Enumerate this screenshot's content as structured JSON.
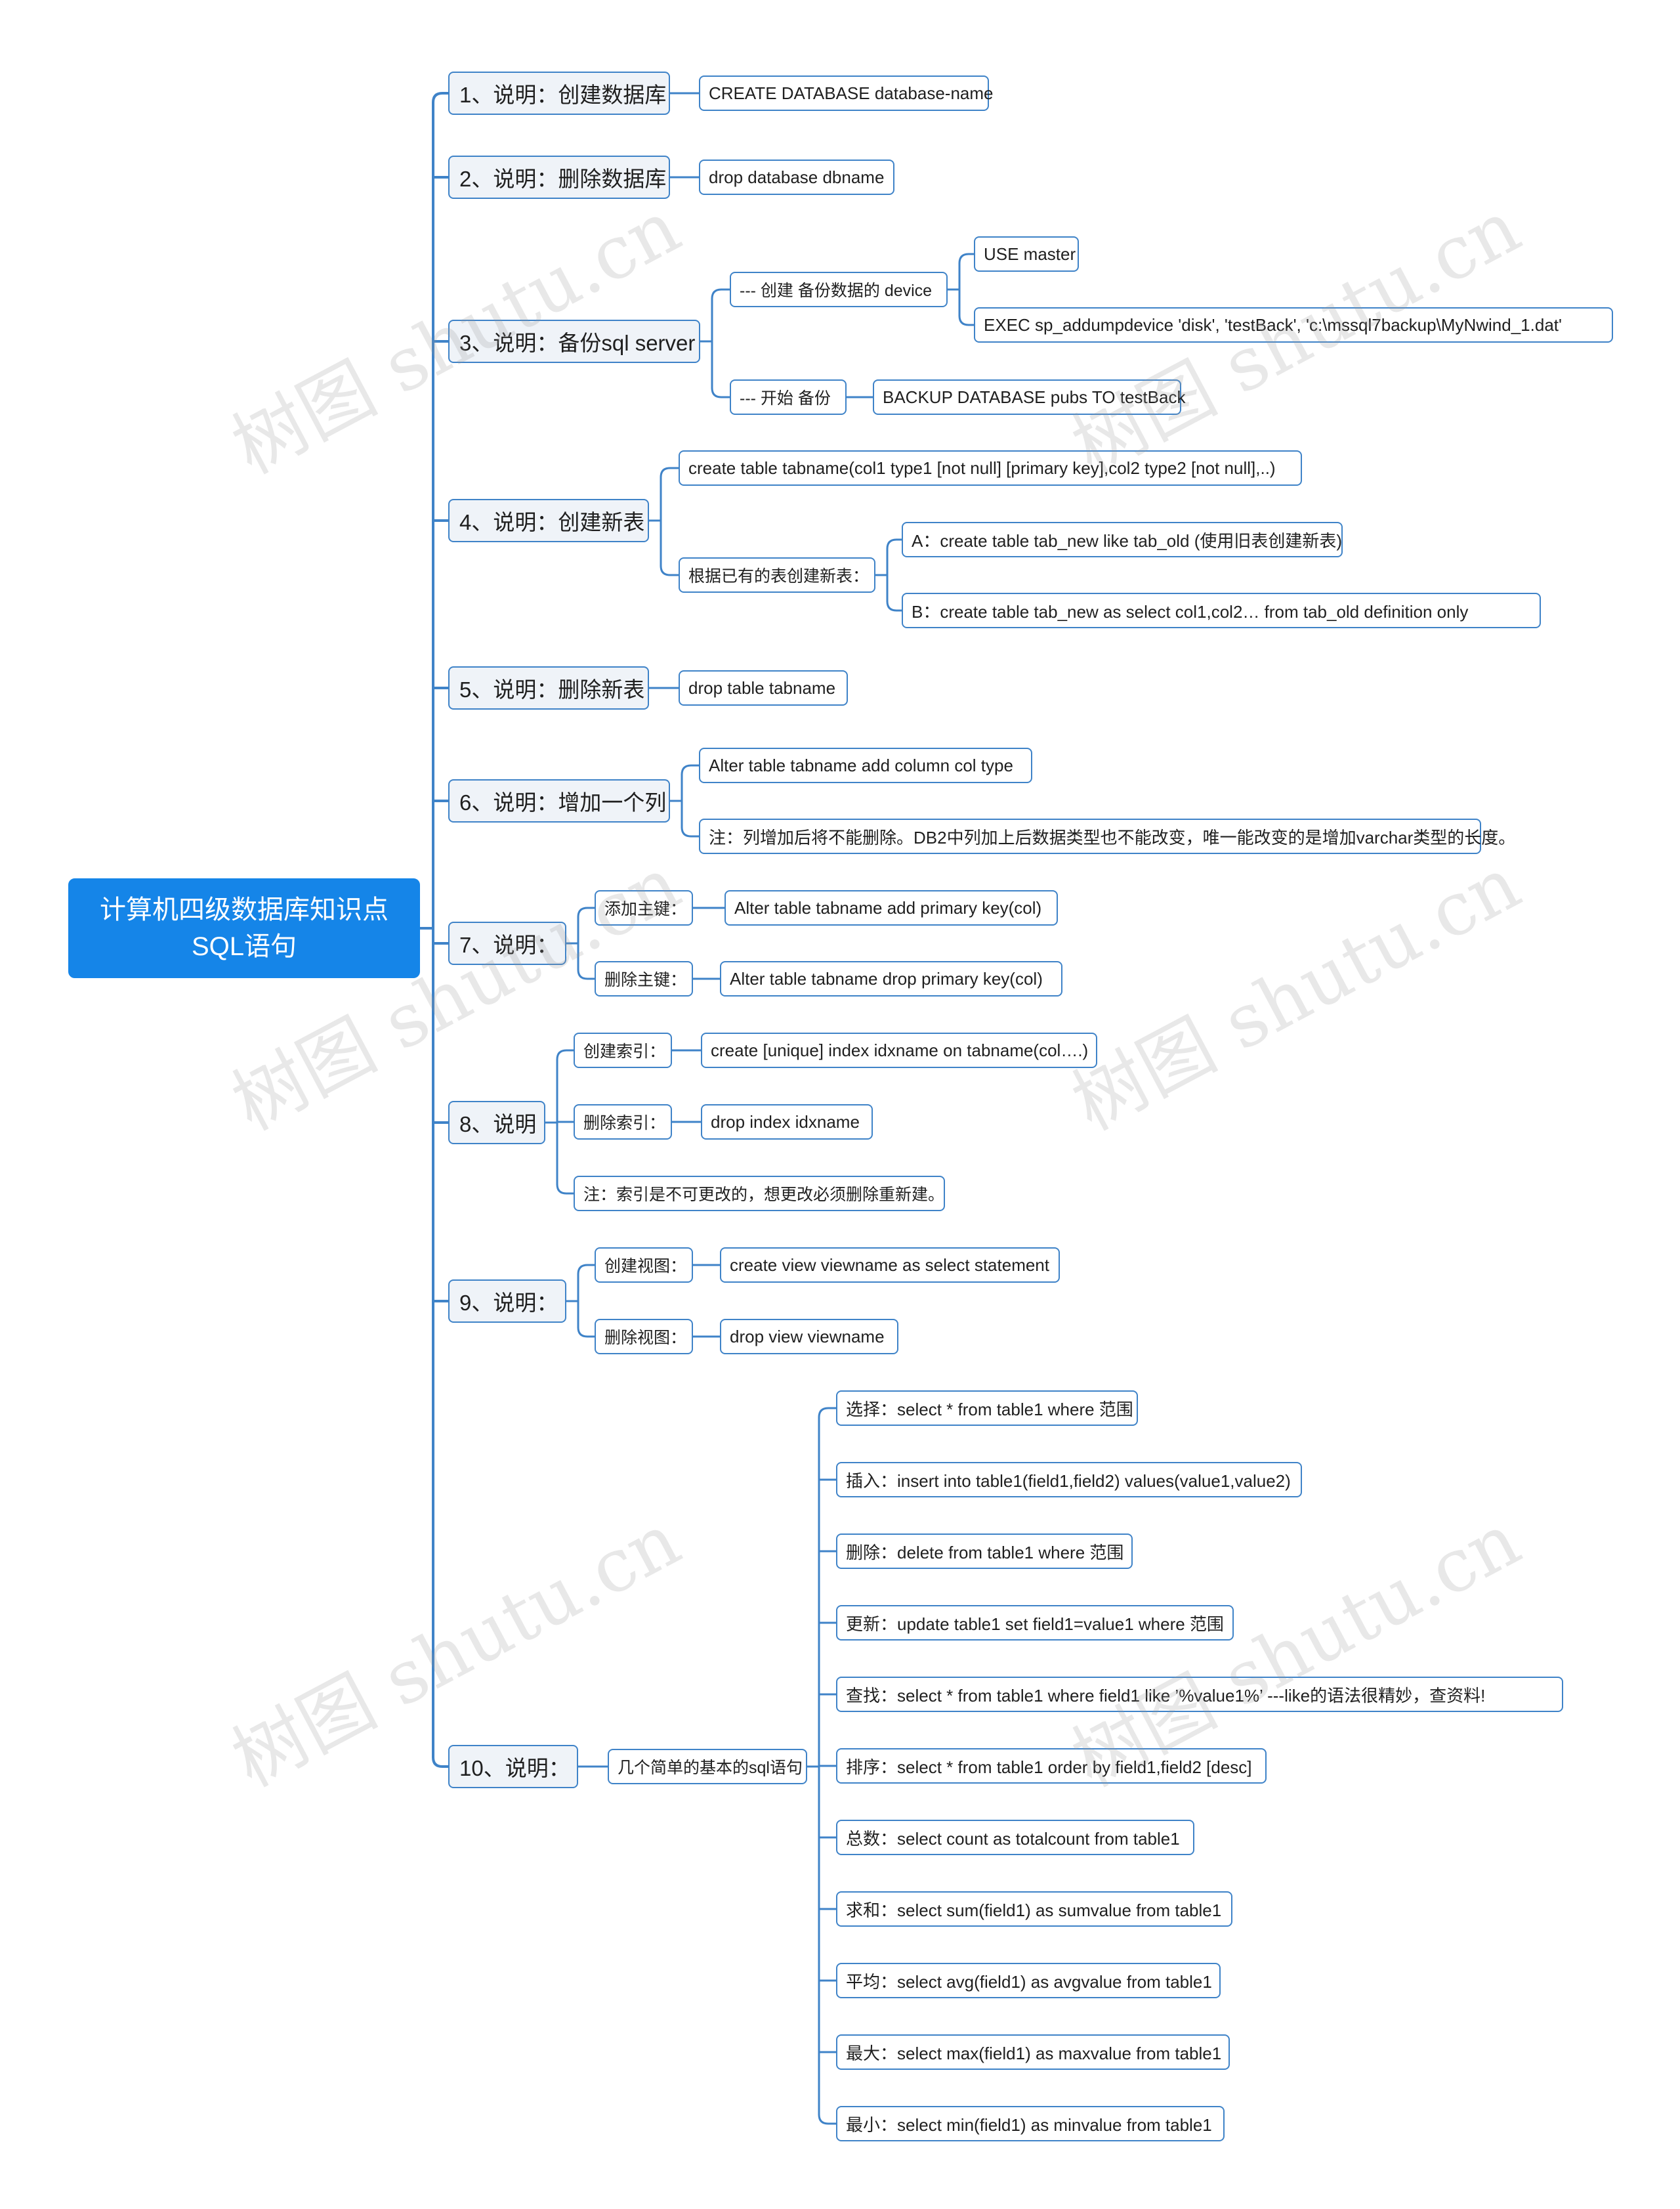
{
  "root": "计算机四级数据库知识点SQL语句",
  "sections": [
    {
      "label": "1、说明：创建数据库",
      "items": [
        "CREATE DATABASE database-name"
      ]
    },
    {
      "label": "2、说明：删除数据库",
      "items": [
        "drop database dbname"
      ]
    },
    {
      "label": "3、说明：备份sql server",
      "groups": [
        {
          "label": "--- 创建 备份数据的 device",
          "items": [
            "USE master",
            "EXEC sp_addumpdevice 'disk', 'testBack', 'c:\\mssql7backup\\MyNwind_1.dat'"
          ]
        },
        {
          "label": "--- 开始 备份",
          "items": [
            "BACKUP DATABASE pubs TO testBack"
          ]
        }
      ]
    },
    {
      "label": "4、说明：创建新表",
      "items": [
        "create table tabname(col1 type1 [not null] [primary key],col2 type2 [not null],..)"
      ],
      "groups": [
        {
          "label": "根据已有的表创建新表：",
          "items": [
            "A：create table tab_new like tab_old (使用旧表创建新表)",
            "B：create table tab_new as select col1,col2… from tab_old definition only"
          ]
        }
      ]
    },
    {
      "label": "5、说明：删除新表",
      "items": [
        "drop table tabname"
      ]
    },
    {
      "label": "6、说明：增加一个列",
      "items": [
        "Alter table tabname add column col type",
        "注：列增加后将不能删除。DB2中列加上后数据类型也不能改变，唯一能改变的是增加varchar类型的长度。"
      ]
    },
    {
      "label": "7、说明：",
      "groups": [
        {
          "label": "添加主键：",
          "items": [
            "Alter table tabname add primary key(col)"
          ]
        },
        {
          "label": "删除主键：",
          "items": [
            "Alter table tabname drop primary key(col)"
          ]
        }
      ]
    },
    {
      "label": "8、说明",
      "groups": [
        {
          "label": "创建索引：",
          "items": [
            "create [unique] index idxname on tabname(col….)"
          ]
        },
        {
          "label": "删除索引：",
          "items": [
            "drop index idxname"
          ]
        }
      ],
      "note": "注：索引是不可更改的，想更改必须删除重新建。"
    },
    {
      "label": "9、说明：",
      "groups": [
        {
          "label": "创建视图：",
          "items": [
            "create view viewname as select statement"
          ]
        },
        {
          "label": "删除视图：",
          "items": [
            "drop view viewname"
          ]
        }
      ]
    },
    {
      "label": "10、说明：",
      "groups": [
        {
          "label": "几个简单的基本的sql语句",
          "items": [
            "选择：select * from table1 where 范围",
            "插入：insert into table1(field1,field2) values(value1,value2)",
            "删除：delete from table1 where 范围",
            "更新：update table1 set field1=value1 where 范围",
            "查找：select * from table1 where field1 like ’%value1%’ ---like的语法很精妙，查资料!",
            "排序：select * from table1 order by field1,field2 [desc]",
            "总数：select count as totalcount from table1",
            "求和：select sum(field1) as sumvalue from table1",
            "平均：select avg(field1) as avgvalue from table1",
            "最大：select max(field1) as maxvalue from table1",
            "最小：select min(field1) as minvalue from table1"
          ]
        }
      ]
    }
  ],
  "watermark": "树图 shutu.cn",
  "colors": {
    "root_fill": "#1585e8",
    "line": "#3f83c8",
    "lvl1_fill": "#eff3f8"
  }
}
